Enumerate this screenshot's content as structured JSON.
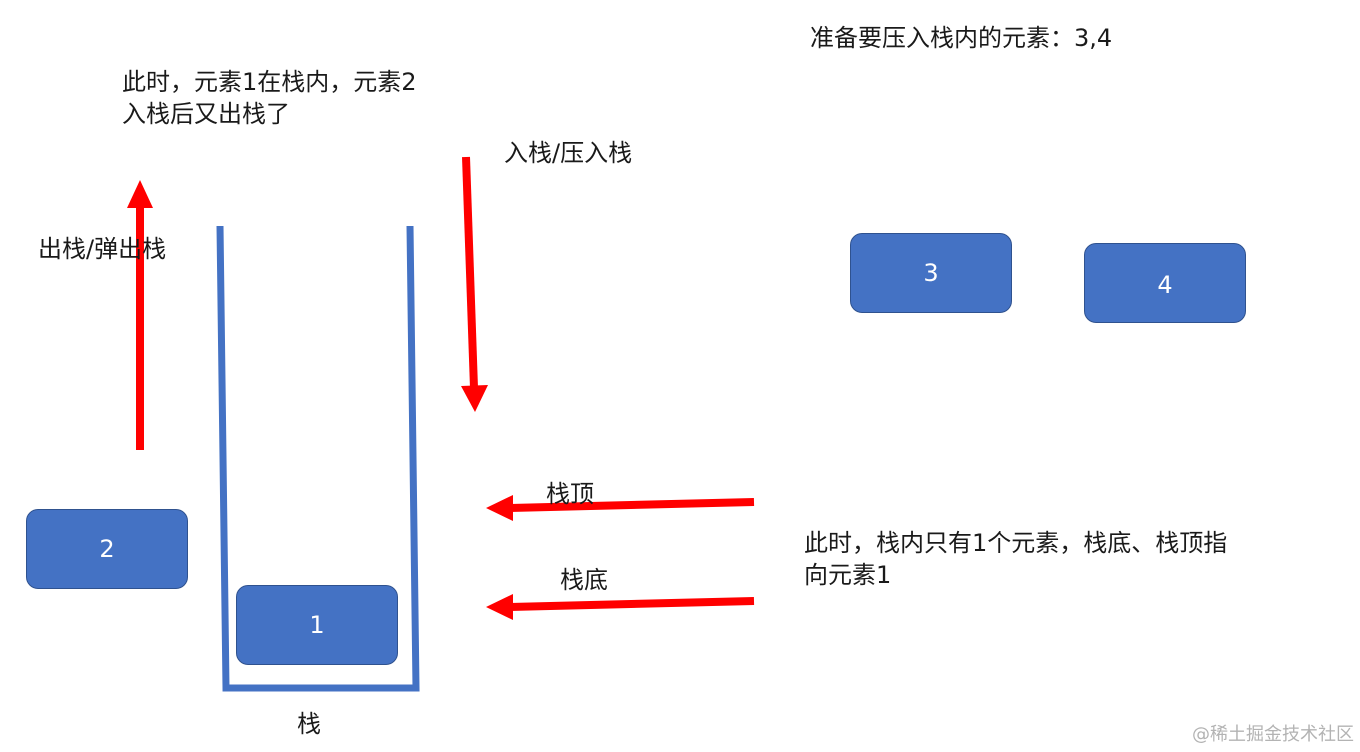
{
  "title_pending": "准备要压入栈内的元素：3,4",
  "note_top_left": [
    "此时，元素1在栈内，元素2",
    "入栈后又出栈了"
  ],
  "label_push": "入栈/压入栈",
  "label_pop": "出栈/弹出栈",
  "label_stack": "栈",
  "label_top": "栈顶",
  "label_bottom": "栈底",
  "note_bottom_right": [
    "此时，栈内只有1个元素，栈底、栈顶指",
    "向元素1"
  ],
  "elements": {
    "e1": "1",
    "e2": "2",
    "e3": "3",
    "e4": "4"
  },
  "watermark": "@稀土掘金技术社区",
  "colors": {
    "stack_outline": "#4472c4",
    "element_fill": "#4472c4",
    "element_border": "#2f528f",
    "arrow": "#ff0000",
    "text": "#1a1a1a"
  }
}
